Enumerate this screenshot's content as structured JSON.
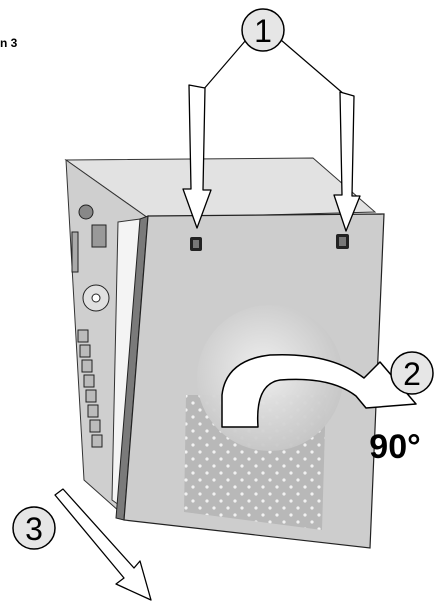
{
  "caption": "n 3",
  "callouts": {
    "one": "1",
    "two": "2",
    "three": "3"
  },
  "rotation_label": "90°",
  "colors": {
    "case_body": "#d6d6d6",
    "case_front": "#bdbdbd",
    "panel": "#c8c8c8",
    "panel_edge": "#7a7a7a",
    "callout_fill": "#e6e6e6",
    "outline": "#000000"
  }
}
